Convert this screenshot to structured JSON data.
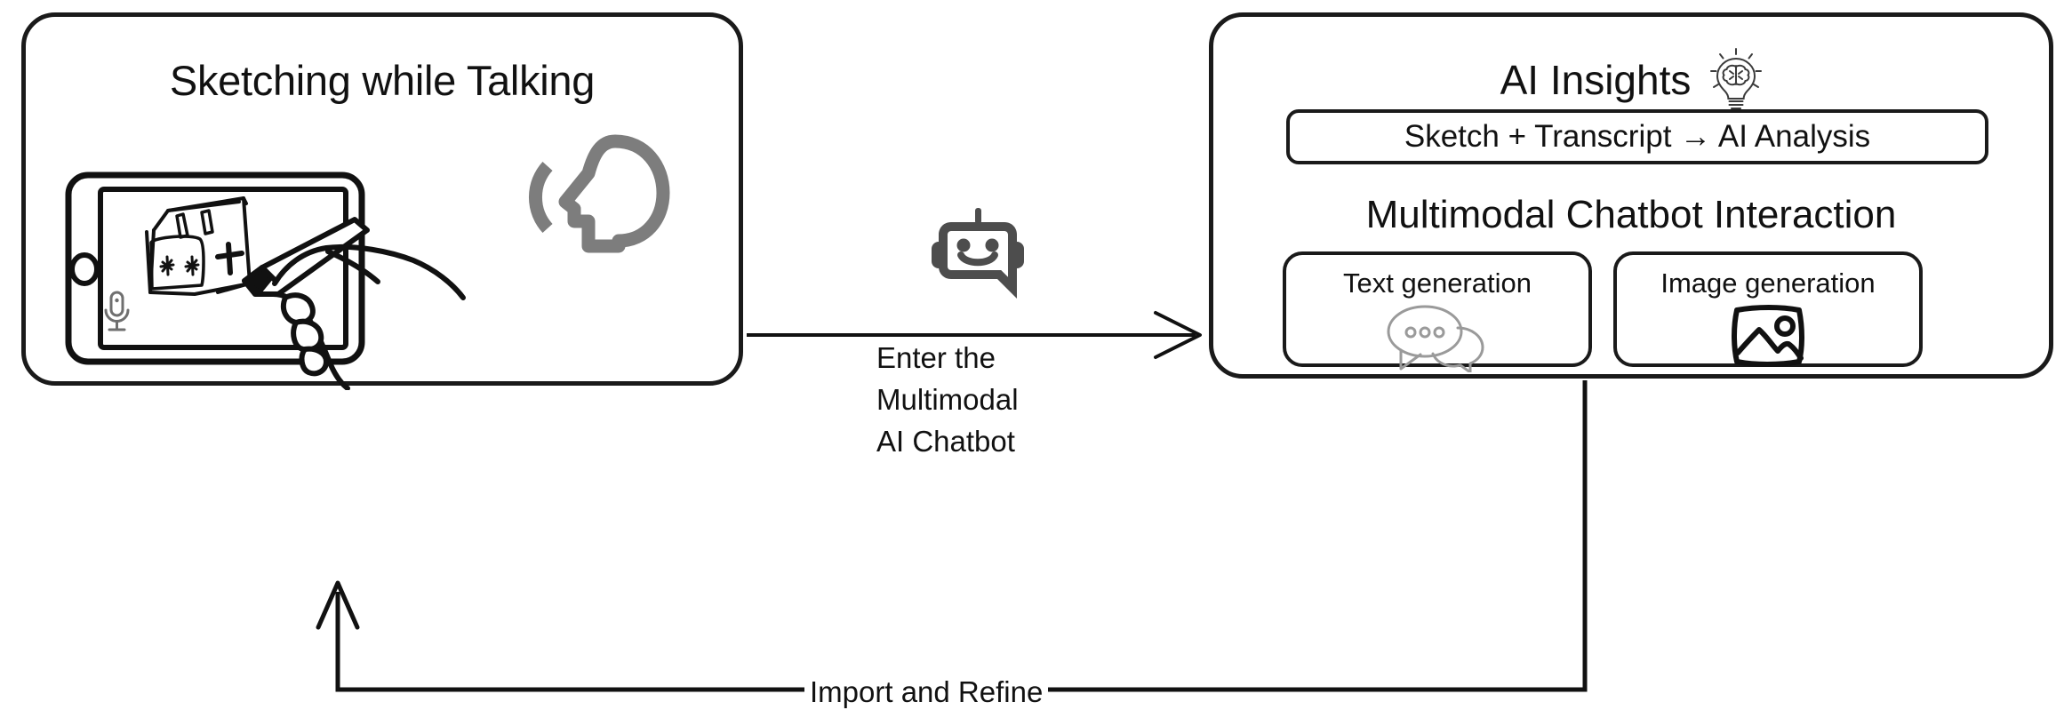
{
  "diagram": {
    "title_left": "Sketching while Talking",
    "title_right": "AI Insights",
    "analysis_pill": "Sketch + Transcript → AI Analysis",
    "sub_heading": "Multimodal Chatbot Interaction",
    "generation_boxes": [
      {
        "label": "Text generation",
        "icon": "chat-bubbles-icon"
      },
      {
        "label": "Image generation",
        "icon": "picture-frame-icon"
      }
    ],
    "arrow_forward_label": "Enter the\nMultimodal\nAI Chatbot",
    "arrow_forward_lines": [
      "Enter the",
      "Multimodal",
      "AI Chatbot"
    ],
    "arrow_return_label": "Import and Refine",
    "icons": {
      "talking_head": "talking-head-icon",
      "robot": "robot-chatbot-icon",
      "bulb_brain": "lightbulb-brain-icon",
      "microphone": "microphone-icon",
      "tablet": "tablet-device-icon",
      "hand_stylus": "hand-with-stylus-icon",
      "sketch": "hand-drawn-sketch"
    },
    "colors": {
      "stroke": "#1a1a1a",
      "gray_icon": "#5a5a5a",
      "light_gray_icon": "#9a9a9a",
      "background": "#ffffff",
      "text": "#111111"
    }
  }
}
